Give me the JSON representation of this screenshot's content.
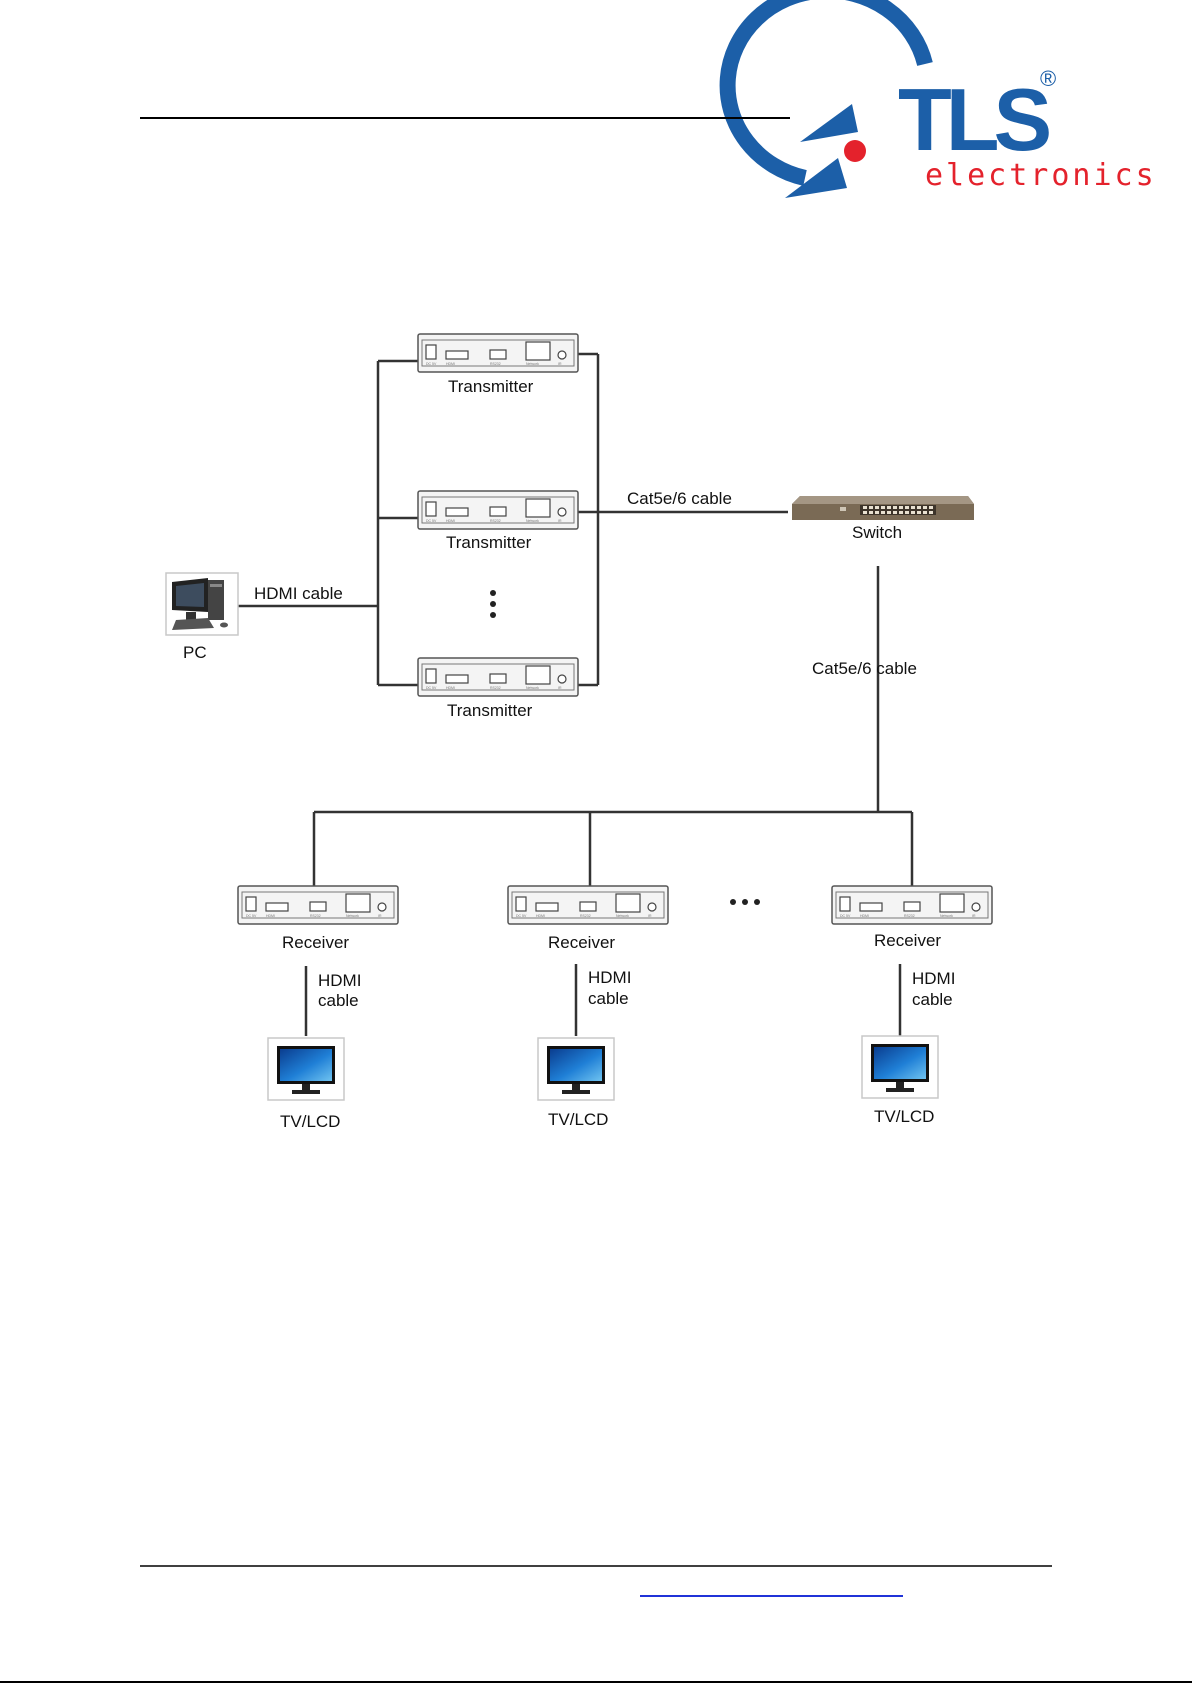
{
  "brand": {
    "logo_mark": "TLS",
    "logo_subtext": "electronics",
    "registered_mark": "®",
    "colors": {
      "blue": "#1c5fa8",
      "red": "#e4222c"
    }
  },
  "diagram": {
    "transmitters": [
      {
        "label": "Transmitter"
      },
      {
        "label": "Transmitter"
      },
      {
        "label": "Transmitter"
      }
    ],
    "switch_label": "Switch",
    "pc_label": "PC",
    "receivers": [
      {
        "label": "Receiver",
        "cable": [
          "HDMI",
          "cable"
        ],
        "display": "TV/LCD"
      },
      {
        "label": "Receiver",
        "cable": [
          "HDMI",
          "cable"
        ],
        "display": "TV/LCD"
      },
      {
        "label": "Receiver",
        "cable": [
          "HDMI",
          "cable"
        ],
        "display": "TV/LCD"
      }
    ],
    "cables": {
      "tx_to_switch": "Cat5e/6 cable",
      "switch_to_rx": "Cat5e/6 cable",
      "pc_to_tx": "HDMI cable"
    },
    "icons": {
      "transmitter": "extender-box-icon",
      "receiver": "extender-box-icon",
      "switch": "network-switch-icon",
      "pc": "desktop-computer-icon",
      "display": "monitor-icon",
      "ellipsis": "more-dots-icon"
    }
  }
}
